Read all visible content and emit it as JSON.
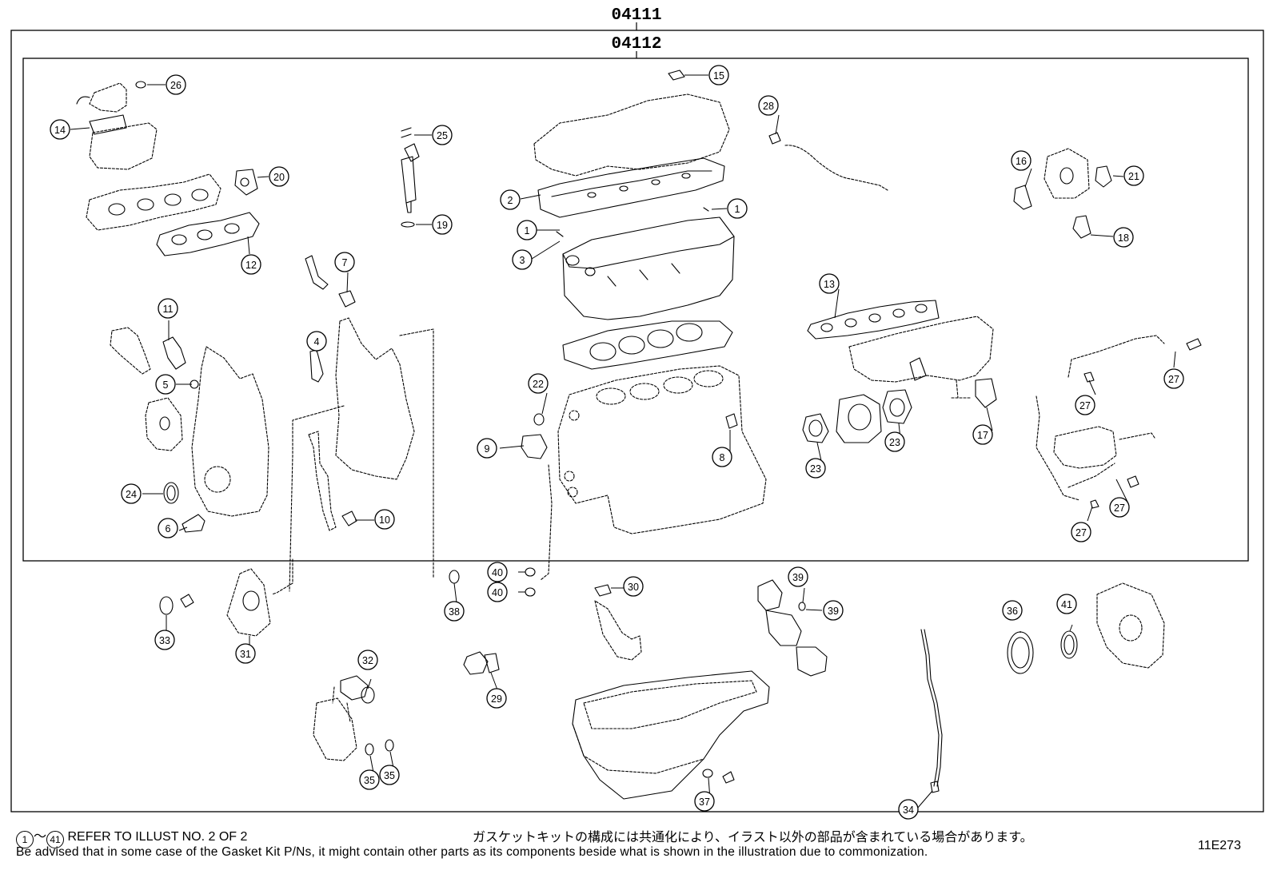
{
  "kits": {
    "outer": "04111",
    "inner": "04112"
  },
  "footer": {
    "ref_start": "1",
    "ref_tilde": "〜",
    "ref_end": "41",
    "ref_text": "REFER TO ILLUST NO. 2 OF 2",
    "note_jp": "ガスケットキットの構成には共通化により、イラスト以外の部品が含まれている場合があります。",
    "note_en": "Be advised that in some case of the Gasket Kit P/Ns,  it might contain other parts as its components beside what is shown in the illustration due to commonization.",
    "illustration_code": "11E273"
  },
  "callouts": [
    {
      "id": "c1",
      "num": "26"
    },
    {
      "id": "c2",
      "num": "14"
    },
    {
      "id": "c3",
      "num": "20"
    },
    {
      "id": "c4",
      "num": "12"
    },
    {
      "id": "c5",
      "num": "25"
    },
    {
      "id": "c6",
      "num": "19"
    },
    {
      "id": "c7",
      "num": "15"
    },
    {
      "id": "c8",
      "num": "2"
    },
    {
      "id": "c9",
      "num": "1"
    },
    {
      "id": "c10",
      "num": "1"
    },
    {
      "id": "c11",
      "num": "3"
    },
    {
      "id": "c12",
      "num": "28"
    },
    {
      "id": "c13",
      "num": "16"
    },
    {
      "id": "c14",
      "num": "21"
    },
    {
      "id": "c15",
      "num": "18"
    },
    {
      "id": "c16",
      "num": "7"
    },
    {
      "id": "c17",
      "num": "11"
    },
    {
      "id": "c18",
      "num": "4"
    },
    {
      "id": "c19",
      "num": "5"
    },
    {
      "id": "c20",
      "num": "13"
    },
    {
      "id": "c21",
      "num": "27"
    },
    {
      "id": "c22",
      "num": "27"
    },
    {
      "id": "c23",
      "num": "22"
    },
    {
      "id": "c24",
      "num": "9"
    },
    {
      "id": "c25",
      "num": "8"
    },
    {
      "id": "c26",
      "num": "23"
    },
    {
      "id": "c27",
      "num": "23"
    },
    {
      "id": "c28",
      "num": "17"
    },
    {
      "id": "c29",
      "num": "24"
    },
    {
      "id": "c30",
      "num": "6"
    },
    {
      "id": "c31",
      "num": "10"
    },
    {
      "id": "c32",
      "num": "27"
    },
    {
      "id": "c33",
      "num": "27"
    },
    {
      "id": "c34",
      "num": "40"
    },
    {
      "id": "c35",
      "num": "40"
    },
    {
      "id": "c36",
      "num": "30"
    },
    {
      "id": "c37",
      "num": "39"
    },
    {
      "id": "c38",
      "num": "39"
    },
    {
      "id": "c39",
      "num": "38"
    },
    {
      "id": "c40",
      "num": "33"
    },
    {
      "id": "c41",
      "num": "31"
    },
    {
      "id": "c42",
      "num": "32"
    },
    {
      "id": "c43",
      "num": "29"
    },
    {
      "id": "c44",
      "num": "36"
    },
    {
      "id": "c45",
      "num": "41"
    },
    {
      "id": "c46",
      "num": "35"
    },
    {
      "id": "c47",
      "num": "35"
    },
    {
      "id": "c48",
      "num": "37"
    },
    {
      "id": "c49",
      "num": "34"
    }
  ]
}
